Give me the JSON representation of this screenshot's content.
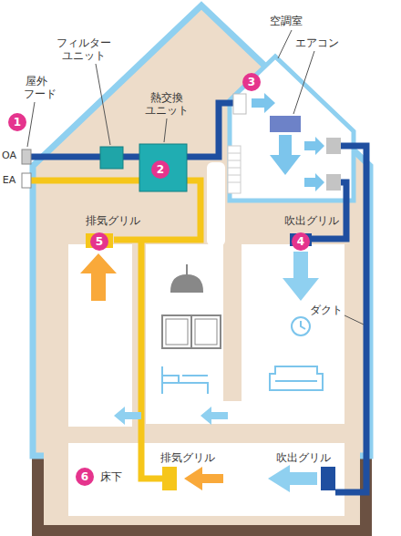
{
  "diagram": {
    "labels": [
      "フィルター ユニット",
      "屋外 フード",
      "空調室",
      "エアコン",
      "熱交換 ユニット",
      "1",
      "3",
      "OA",
      "EA",
      "2",
      "排気グリル",
      "吹出グリル",
      "5",
      "4",
      "ダクト",
      "6",
      "床下",
      "排気グリル",
      "吹出グリル"
    ]
  }
}
